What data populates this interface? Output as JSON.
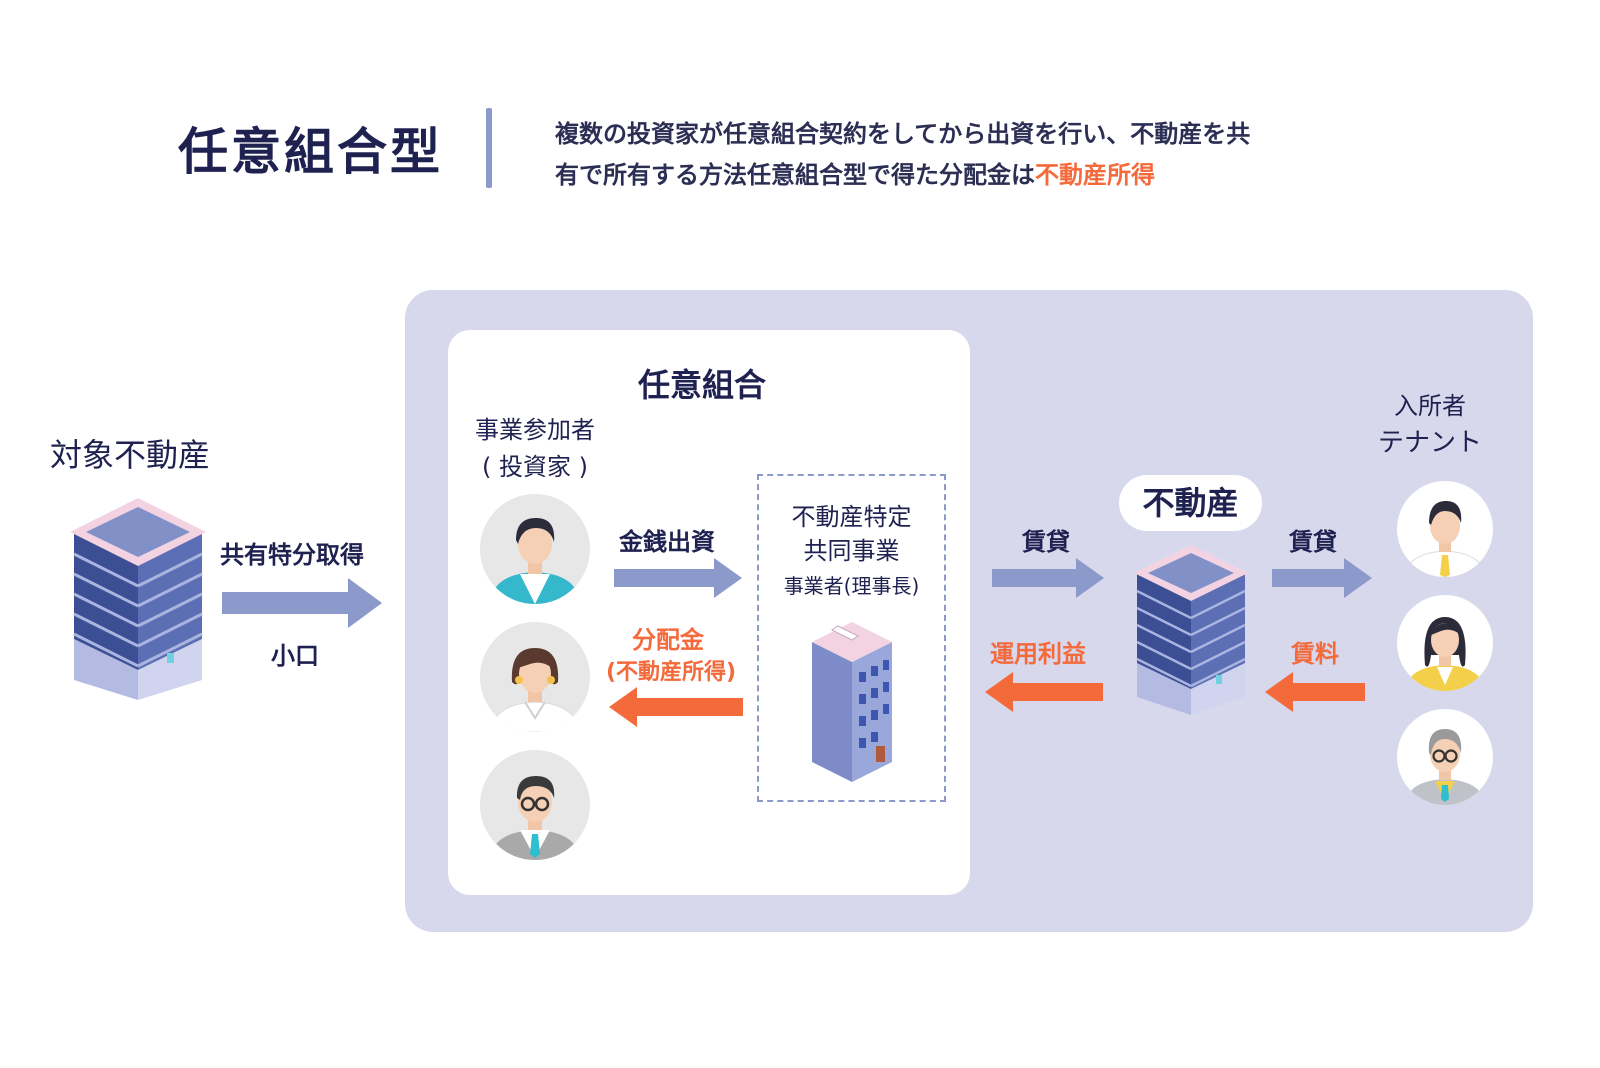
{
  "header": {
    "title": "任意組合型",
    "description_line1": "複数の投資家が任意組合契約をしてから出資を行い、不動産を共",
    "description_line2_prefix": "有で所有する方法任意組合型で得た分配金は",
    "description_line2_highlight": "不動産所得"
  },
  "target_property": {
    "label": "対象不動産",
    "arrow_top_label": "共有特分取得",
    "arrow_bottom_label": "小口"
  },
  "union": {
    "title": "任意組合",
    "participants_label_line1": "事業参加者",
    "participants_label_line2": "( 投資家 )",
    "investment_label": "金銭出資",
    "distribution_label": "分配金",
    "distribution_sub": "(不動産所得)"
  },
  "operator": {
    "line1": "不動産特定",
    "line2": "共同事業",
    "line3": "事業者(理事長)"
  },
  "middle_flow": {
    "lease_label": "賃貸",
    "profit_label": "運用利益"
  },
  "property": {
    "label": "不動産"
  },
  "right_flow": {
    "lease_label": "賃貸",
    "rent_label": "賃料"
  },
  "tenants": {
    "label_line1": "入所者",
    "label_line2": "テナント"
  },
  "colors": {
    "navy": "#1f2150",
    "accent_orange": "#f46a3b",
    "arrow_blue": "#8c9acb",
    "panel_lavender": "#d8d8ec"
  }
}
